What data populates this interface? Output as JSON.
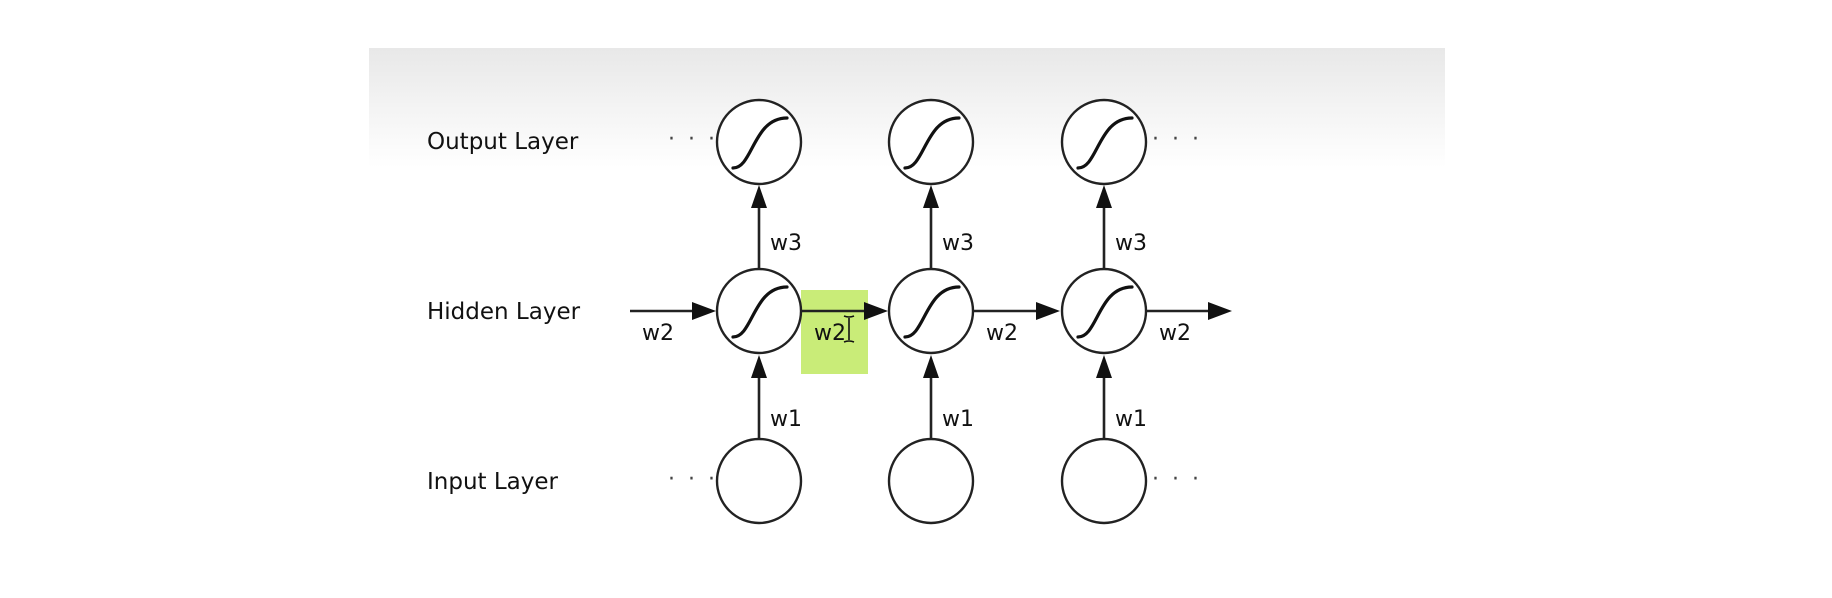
{
  "diagram": {
    "layers": {
      "output": "Output Layer",
      "hidden": "Hidden Layer",
      "input": "Input Layer"
    },
    "weights": {
      "input_to_hidden": "w1",
      "hidden_to_hidden": "w2",
      "hidden_to_output": "w3"
    },
    "ellipsis": "· · ·",
    "node_icon": "sigmoid-icon",
    "selection_color": "#c9ec78",
    "banner_gradient": [
      "#e9e9e9",
      "#ffffff"
    ]
  }
}
